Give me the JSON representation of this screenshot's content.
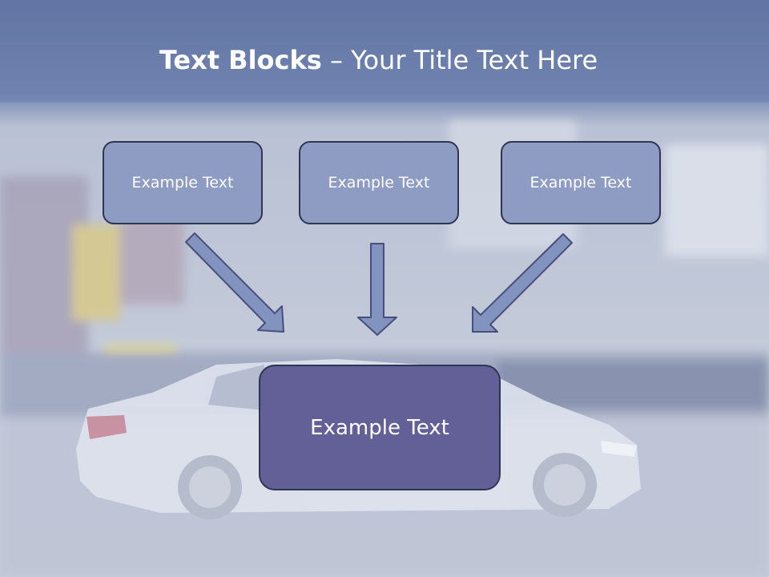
{
  "title": {
    "bold": "Text Blocks",
    "dash": " – ",
    "rest": "Your Title Text Here"
  },
  "blocks": {
    "left": "Example Text",
    "center": "Example Text",
    "right": "Example Text",
    "main": "Example Text"
  },
  "colors": {
    "header_band": "#6b7fad",
    "small_box": "#8e9cc4",
    "main_box": "#636097",
    "arrow": "#8393c0",
    "outline": "#2e3654"
  }
}
